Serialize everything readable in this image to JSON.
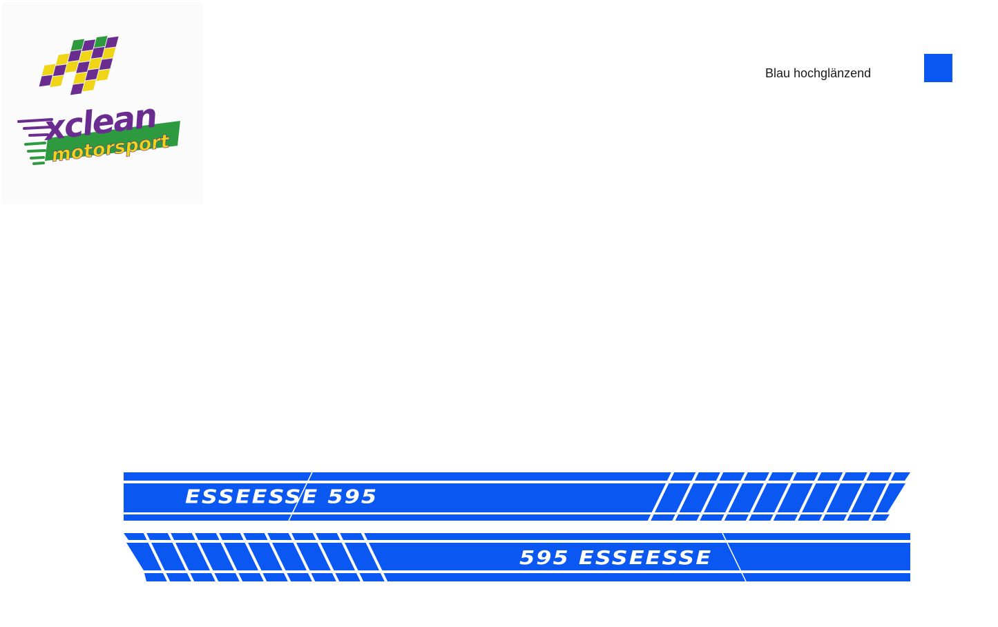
{
  "logo": {
    "wordmark_line1": "xclean",
    "wordmark_line2": "motorsport",
    "colors": {
      "purple": "#6a2d8f",
      "yellow": "#f0d516",
      "green": "#2e9a3f"
    }
  },
  "color_sample": {
    "label": "Blau hochglänzend",
    "hex": "#0a57f2"
  },
  "stripes": {
    "top": {
      "text": "ESSEESSE 595"
    },
    "bottom": {
      "text": "595 ESSEESSE"
    }
  }
}
